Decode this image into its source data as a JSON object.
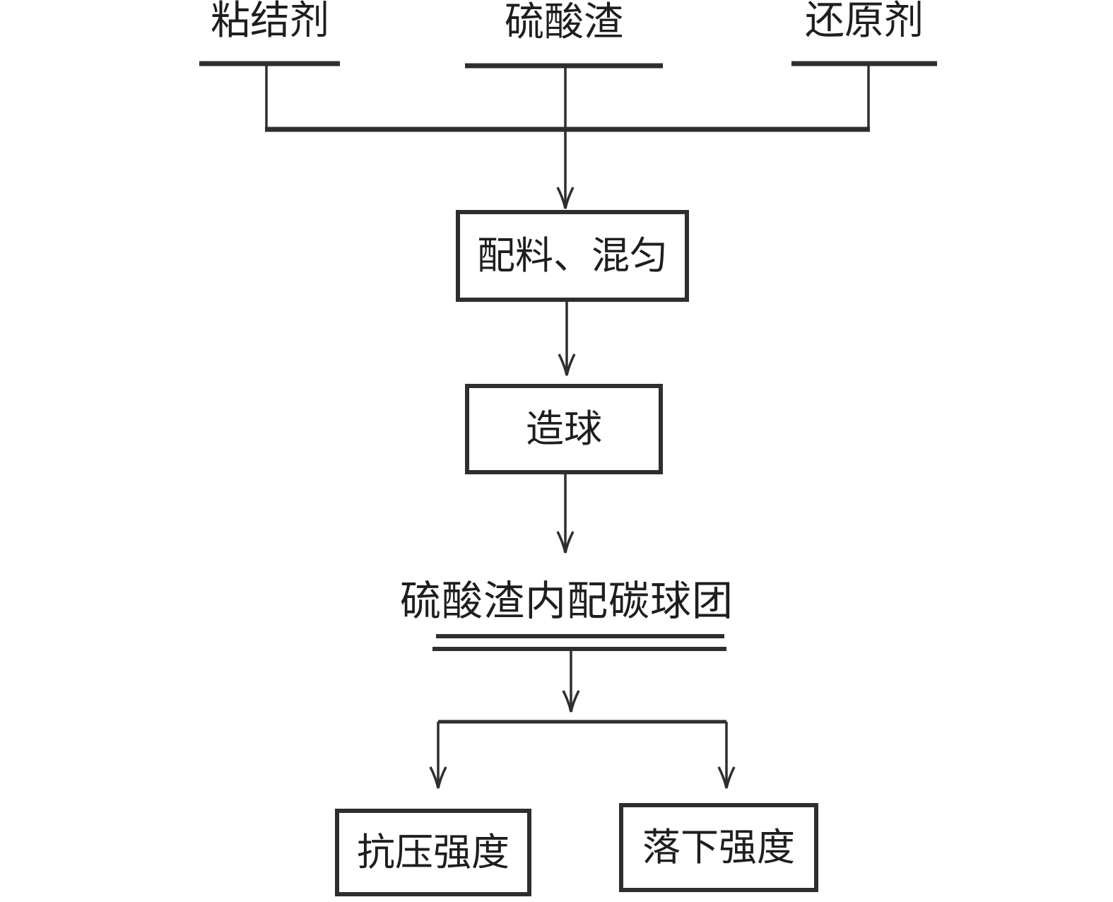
{
  "diagram": {
    "inputs": [
      {
        "label": "粘结剂"
      },
      {
        "label": "硫酸渣"
      },
      {
        "label": "还原剂"
      }
    ],
    "steps": [
      {
        "label": "配料、混匀"
      },
      {
        "label": "造球"
      }
    ],
    "product": {
      "label": "硫酸渣内配碳球团"
    },
    "tests": [
      {
        "label": "抗压强度"
      },
      {
        "label": "落下强度"
      }
    ],
    "colors": {
      "ink": "#2e2e2e",
      "background": "#ffffff",
      "text": "#1e1e1e"
    }
  }
}
